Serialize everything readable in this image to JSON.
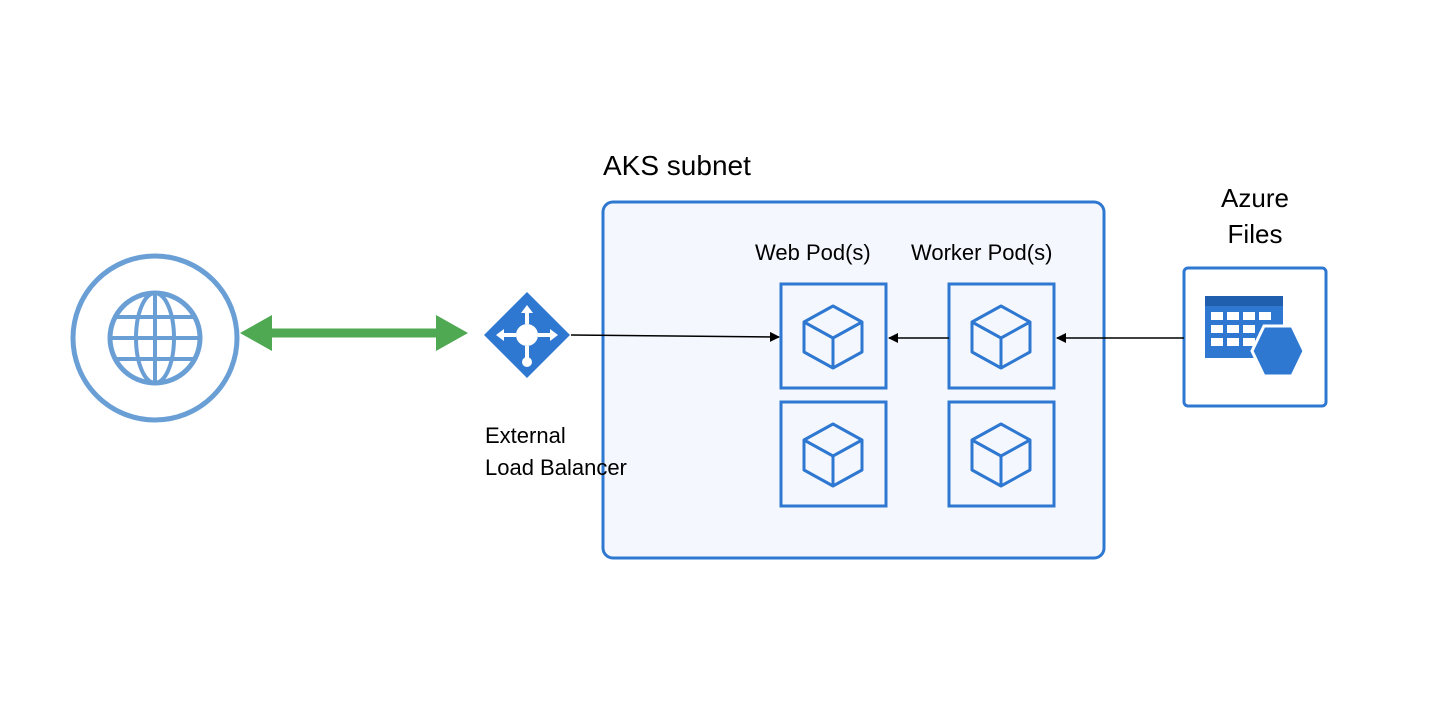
{
  "subnet": {
    "title": "AKS subnet"
  },
  "pods": {
    "web_title": "Web Pod(s)",
    "worker_title": "Worker Pod(s)"
  },
  "azure_files": {
    "line1": "Azure",
    "line2": "Files"
  },
  "load_balancer": {
    "line1": "External",
    "line2": "Load Balancer"
  },
  "icons": {
    "internet": "globe-icon",
    "load_balancer": "load-balancer-icon",
    "pod": "cube-icon",
    "storage": "azure-files-icon"
  },
  "colors": {
    "azure_blue": "#2e78d2",
    "light_blue_stroke": "#6a9fd6",
    "subnet_fill": "#f4f7fd",
    "green_arrow": "#4fa852"
  }
}
